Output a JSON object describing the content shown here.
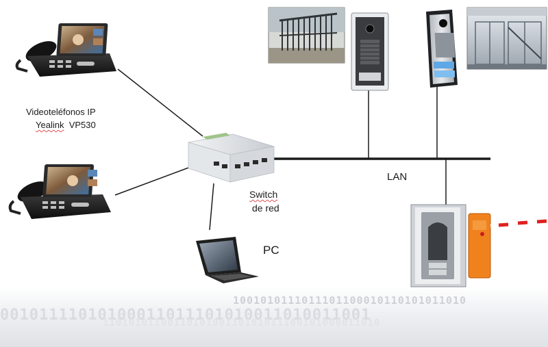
{
  "labels": {
    "phones_line1": "Videoteléfonos IP",
    "phones_line2_prefix": "",
    "phones_brand": "Yealink",
    "phones_model": "VP530",
    "switch_line1": "Switch",
    "switch_line2": "de red",
    "lan": "LAN",
    "pc": "PC"
  },
  "background": {
    "binary_row1": "1001010111011101100010110101011010",
    "binary_row2": "00101111010100011011101010011010011001",
    "binary_row3": "1101010110011010100110101011100101000011010"
  },
  "colors": {
    "link_line": "#1a1a1a",
    "barrier_orange": "#f0821e",
    "barrier_stripe": "#e02020",
    "panel_silver": "#c9cdd2"
  },
  "nodes": [
    {
      "icon": "ip-video-phone-icon"
    },
    {
      "icon": "ip-video-phone-icon"
    },
    {
      "icon": "network-switch-icon"
    },
    {
      "icon": "laptop-pc-icon"
    },
    {
      "icon": "sliding-gate-photo-icon"
    },
    {
      "icon": "door-intercom-panel-icon"
    },
    {
      "icon": "door-intercom-panel-icon"
    },
    {
      "icon": "automatic-door-photo-icon"
    },
    {
      "icon": "parking-barrier-icon"
    }
  ]
}
